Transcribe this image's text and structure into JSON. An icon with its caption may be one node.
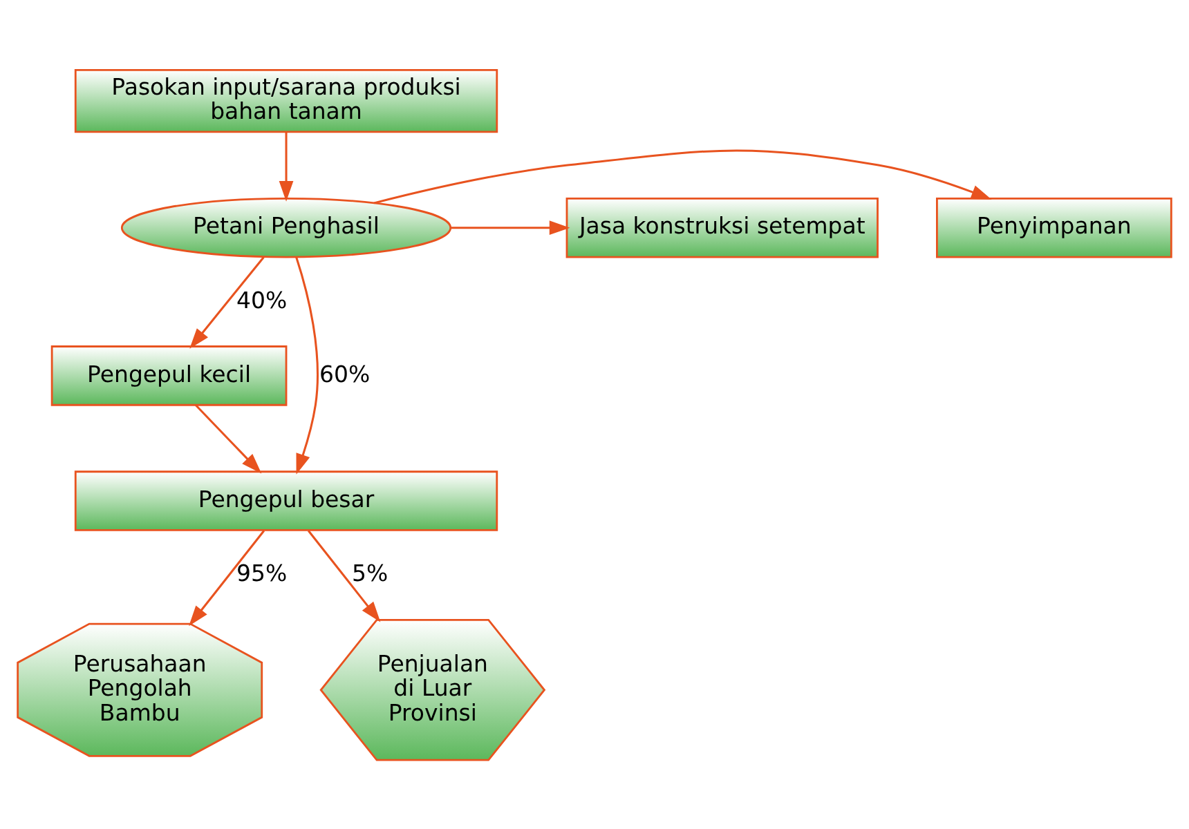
{
  "diagram": {
    "nodes": [
      {
        "text": [
          "Pasokan input/sarana produksi bahan tanam"
        ]
      },
      {
        "text": [
          "Petani Penghasil"
        ]
      },
      {
        "text": [
          "Penyimpanan"
        ]
      },
      {
        "text": [
          "Jasa konstruksi setempat"
        ]
      },
      {
        "text": [
          "Pengepul kecil"
        ]
      },
      {
        "text": [
          "Pengepul besar"
        ]
      },
      {
        "text": [
          "Perusahaan Pengolah Bambu"
        ]
      },
      {
        "text": [
          "Penjualan di Luar Provinsi"
        ]
      }
    ],
    "edges": [
      {
        "from": 0,
        "to": 1,
        "arrow": "to"
      },
      {
        "from": 1,
        "to": 2,
        "arrow": "to"
      },
      {
        "from": 1,
        "to": 3,
        "arrow": "to"
      },
      {
        "from": 1,
        "to": 4,
        "arrow": "to",
        "label": "40%"
      },
      {
        "from": 1,
        "to": 5,
        "arrow": "to",
        "label": "60%"
      },
      {
        "from": 4,
        "to": 5,
        "arrow": "to"
      },
      {
        "from": 5,
        "to": 6,
        "arrow": "to",
        "label": "95%"
      },
      {
        "from": 5,
        "to": 7,
        "arrow": "to",
        "label": "5%"
      }
    ]
  }
}
